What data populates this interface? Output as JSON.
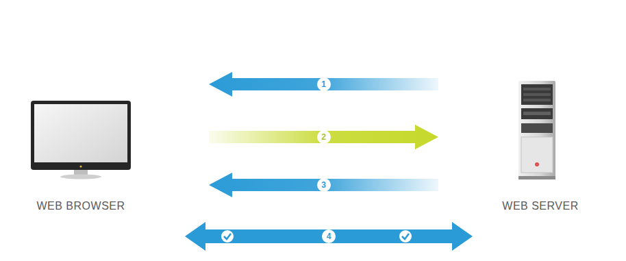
{
  "diagram": {
    "nodes": [
      {
        "text": [
          "WEB BROWSER"
        ]
      },
      {
        "text": [
          "WEB SERVER"
        ]
      }
    ],
    "edges": [
      {
        "from": 1,
        "to": 0,
        "label": "1",
        "arrow": "to"
      },
      {
        "from": 0,
        "to": 1,
        "label": "2",
        "arrow": "to"
      },
      {
        "from": 1,
        "to": 0,
        "label": "3",
        "arrow": "to"
      },
      {
        "from": 0,
        "to": 1,
        "label": "4",
        "arrow": "both"
      }
    ]
  }
}
